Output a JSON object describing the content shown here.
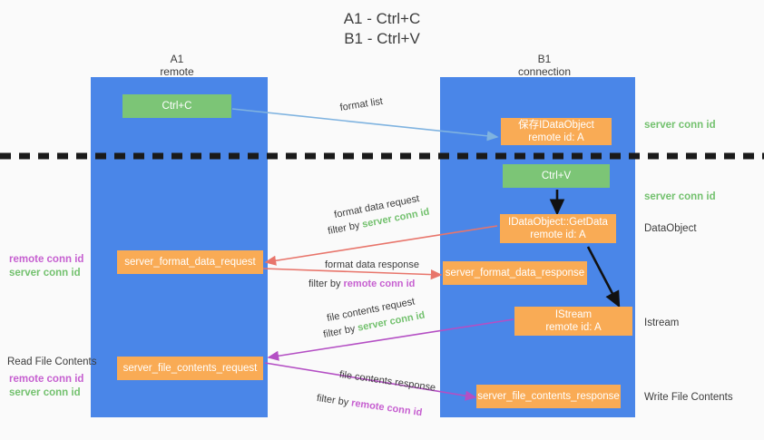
{
  "title": "A1 - Ctrl+C\nB1 - Ctrl+V",
  "columns": [
    {
      "name": "A1",
      "sub": "remote",
      "header": "A1\nremote"
    },
    {
      "name": "B1",
      "sub": "connection",
      "header": "B1\nconnection"
    }
  ],
  "boxes": {
    "ctrl_c": "Ctrl+C",
    "ctrl_v": "Ctrl+V",
    "idataobject": "保存IDataObject\nremote id: A",
    "getdata": "IDataObject::GetData\nremote id: A",
    "istream": "IStream\nremote id: A",
    "server_format_data_request": "server_format_data_request",
    "server_format_data_response": "server_format_data_response",
    "server_file_contents_request": "server_file_contents_request",
    "server_file_contents_response": "server_file_contents_response"
  },
  "right_labels": {
    "server_conn_id_top": "server conn id",
    "server_conn_id_mid": "server conn id",
    "dataobject": "DataObject",
    "istream": "Istream",
    "write_file_contents": "Write File Contents"
  },
  "left_labels": {
    "remote_conn_id_1": "remote conn id",
    "server_conn_id_1": "server conn id",
    "read_file_contents": "Read File Contents",
    "remote_conn_id_2": "remote conn id",
    "server_conn_id_2": "server conn id"
  },
  "edges": {
    "format_list": "format list",
    "format_data_request": "format data request",
    "format_data_request_filter_prefix": "filter by ",
    "format_data_request_filter_value": "server conn id",
    "format_data_response": "format data response",
    "format_data_response_filter_prefix": "filter by ",
    "format_data_response_filter_value": "remote conn id",
    "file_contents_request": "file contents request",
    "file_contents_request_filter_prefix": "filter by ",
    "file_contents_request_filter_value": "server conn id",
    "file_contents_response": "file contents response",
    "file_contents_response_filter_prefix": "filter by ",
    "file_contents_response_filter_value": "remote conn id"
  },
  "colors": {
    "lane": "#4a86e8",
    "orange": "#f9ab55",
    "green": "#7cc576",
    "red_arrow": "#e8756b",
    "purple_arrow": "#b44fc4",
    "blue_arrow": "#7fb3e0",
    "black_arrow": "#111111",
    "remote_conn": "#c65fd0",
    "server_conn": "#73c16e",
    "background": "#fafafa"
  }
}
